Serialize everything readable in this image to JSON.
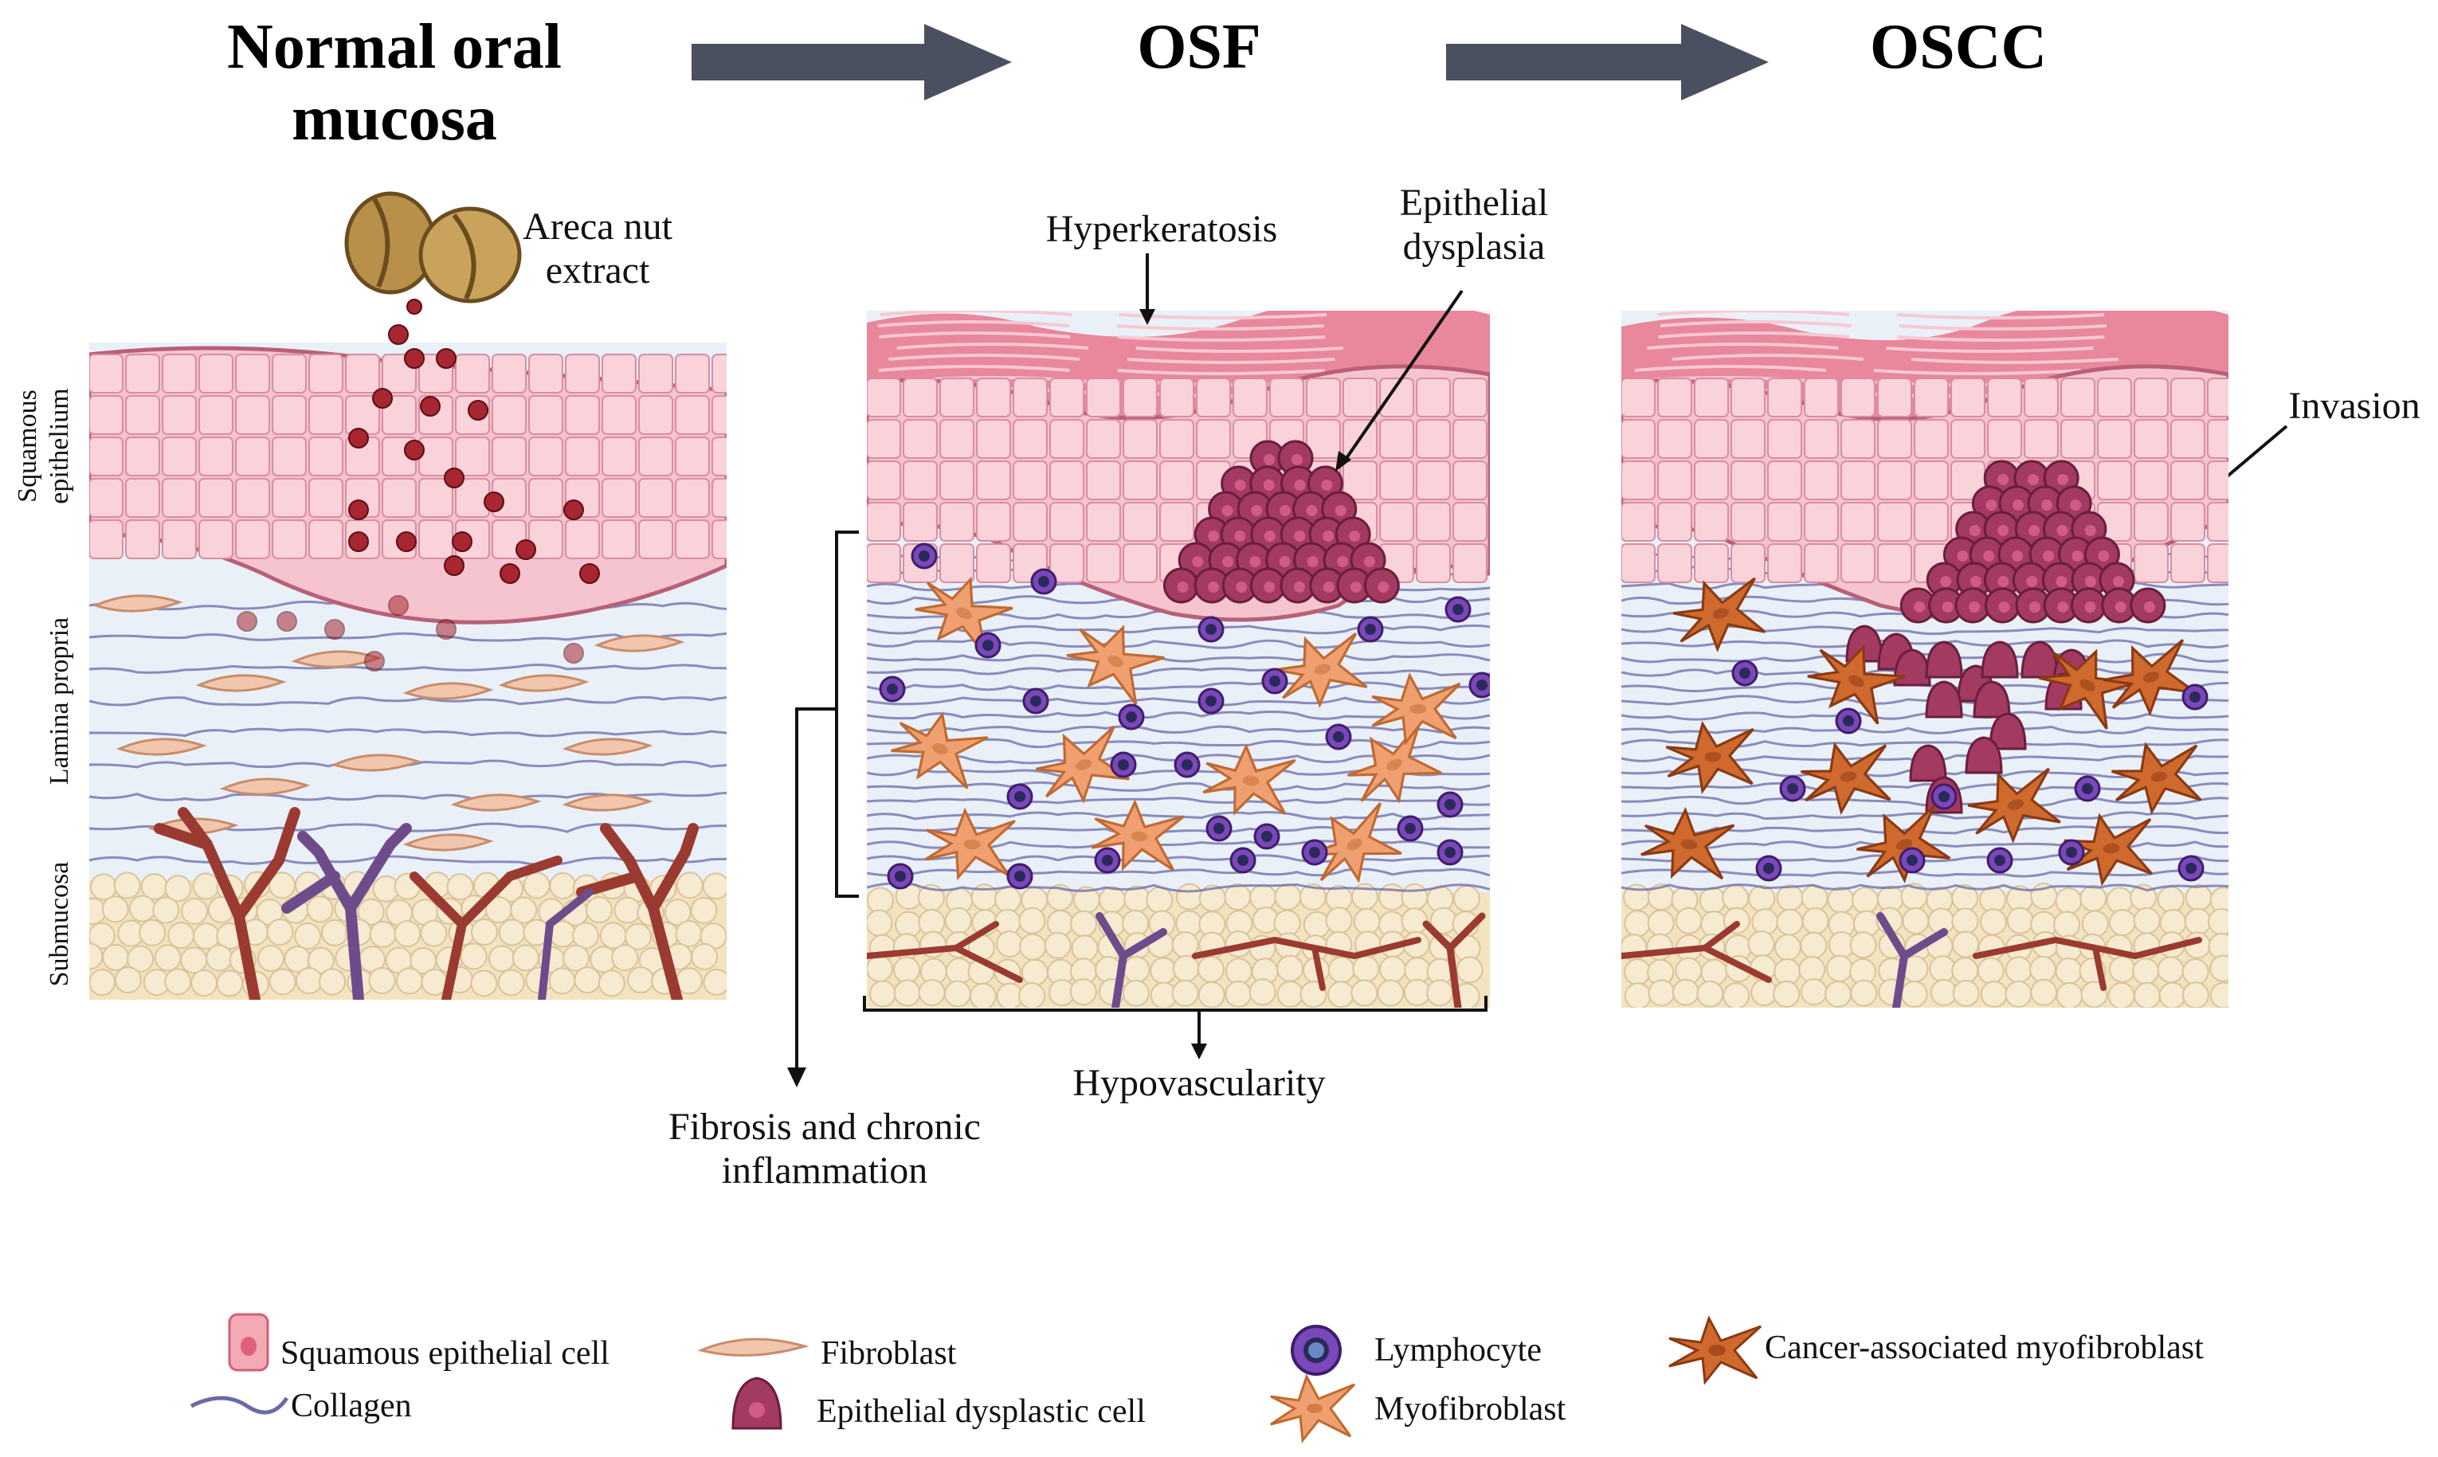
{
  "stages": {
    "normal": {
      "line1": "Normal oral",
      "line2": "mucosa"
    },
    "osf": "OSF",
    "oscc": "OSCC"
  },
  "labels": {
    "areca_line1": "Areca nut",
    "areca_line2": "extract",
    "hyperkeratosis": "Hyperkeratosis",
    "dysplasia_line1": "Epithelial",
    "dysplasia_line2": "dysplasia",
    "invasion": "Invasion",
    "hypovascularity": "Hypovascularity",
    "fibrosis_line1": "Fibrosis and chronic",
    "fibrosis_line2": "inflammation"
  },
  "side_labels": {
    "epithelium_line1": "Squamous",
    "epithelium_line2": "epithelium",
    "lamina": "Lamina propria",
    "submucosa": "Submucosa"
  },
  "legend": {
    "squamous": "Squamous epithelial cell",
    "collagen": "Collagen",
    "fibroblast": "Fibroblast",
    "dysplastic": "Epithelial dysplastic cell",
    "lymphocyte": "Lymphocyte",
    "myofibroblast": "Myofibroblast",
    "caf": "Cancer-associated myofibroblast"
  },
  "colors": {
    "arrow": "#4a5060",
    "epithelium": "#f6c4cf",
    "keratin": "#e9879c",
    "dysplastic": "#a33a62",
    "lamina": "#eaf0f8",
    "collagen": "#6a6aa8",
    "fibroblast": "#f2c6ad",
    "lymphocyte": "#7a48b8",
    "myofibroblast": "#f0a070",
    "caf": "#d0692e",
    "submucosa": "#f3e3bf",
    "vessel_red": "#9a3a30",
    "vessel_purple": "#6e4c8c",
    "areca_drop": "#a82630"
  }
}
